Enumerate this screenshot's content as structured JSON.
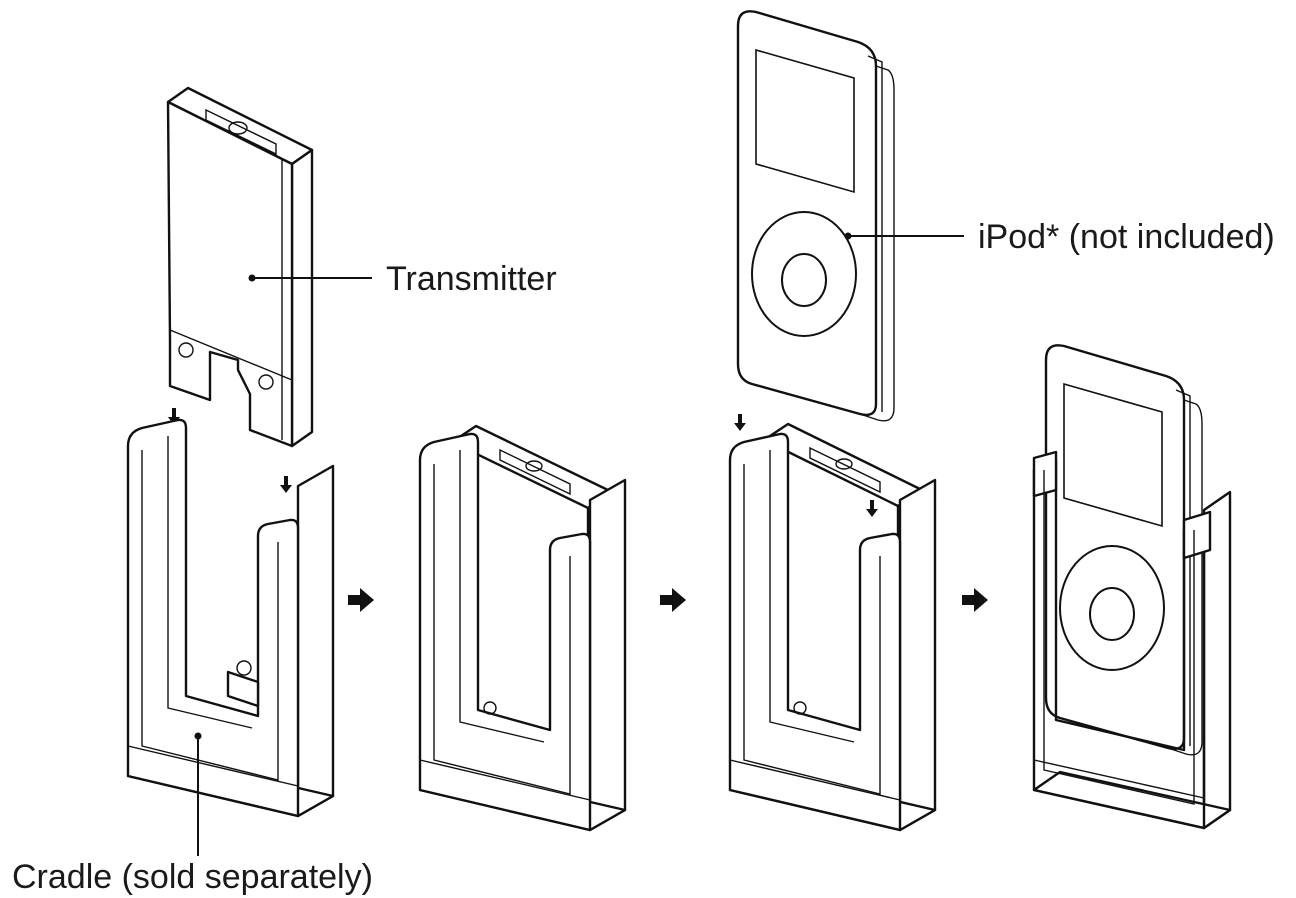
{
  "labels": {
    "transmitter": "Transmitter",
    "ipod": "iPod* (not included)",
    "cradle": "Cradle (sold separately)"
  },
  "colors": {
    "line": "#111111",
    "background": "#ffffff"
  },
  "steps": [
    "cradle-and-transmitter",
    "transmitter-seated",
    "ipod-insertion",
    "ipod-docked"
  ]
}
